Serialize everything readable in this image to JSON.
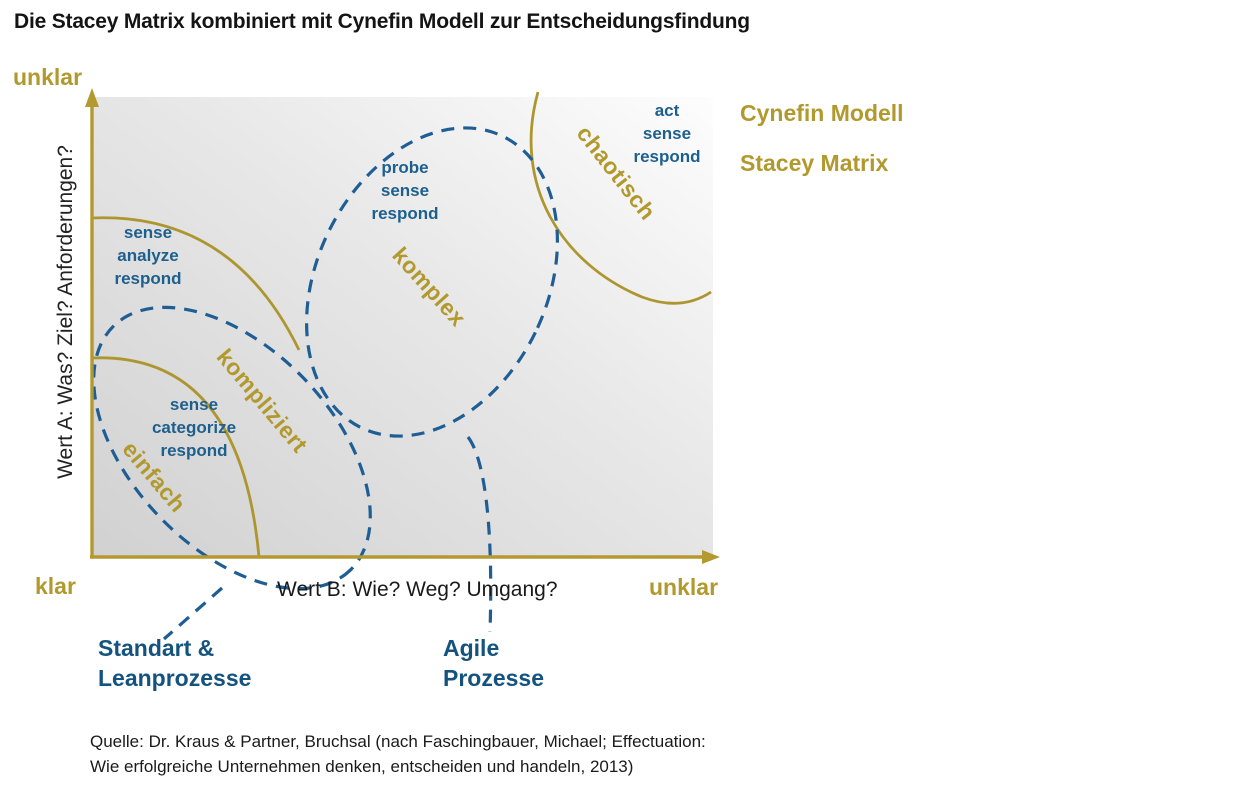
{
  "title": "Die Stacey Matrix kombiniert mit Cynefin Modell zur Entscheidungsfindung",
  "legend": {
    "cynefin": "Cynefin Modell",
    "stacey": "Stacey Matrix"
  },
  "axes": {
    "y_label": "Wert A: Was? Ziel? Anforderungen?",
    "y_max": "unklar",
    "y_min": "klar",
    "x_label": "Wert B: Wie? Weg? Umgang?",
    "x_max": "unklar"
  },
  "regions": {
    "einfach": {
      "label": "einfach",
      "approach": [
        "sense",
        "categorize",
        "respond"
      ]
    },
    "kompliziert": {
      "label": "kompliziert",
      "approach": [
        "sense",
        "analyze",
        "respond"
      ]
    },
    "komplex": {
      "label": "komplex",
      "approach": [
        "probe",
        "sense",
        "respond"
      ]
    },
    "chaotisch": {
      "label": "chaotisch",
      "approach": [
        "act",
        "sense",
        "respond"
      ]
    }
  },
  "callouts": {
    "standard": {
      "line1": "Standart &",
      "line2": "Leanprozesse"
    },
    "agile": {
      "line1": "Agile",
      "line2": "Prozesse"
    }
  },
  "source": {
    "line1": "Quelle: Dr. Kraus & Partner, Bruchsal (nach Faschingbauer, Michael; Effectuation:",
    "line2": "Wie erfolgreiche Unternehmen denken, entscheiden und handeln, 2013)"
  },
  "colors": {
    "gold": "#b2992e",
    "approach_blue": "#1d5f8d",
    "callout_blue": "#14537f",
    "dash_blue": "#1f5e94"
  }
}
